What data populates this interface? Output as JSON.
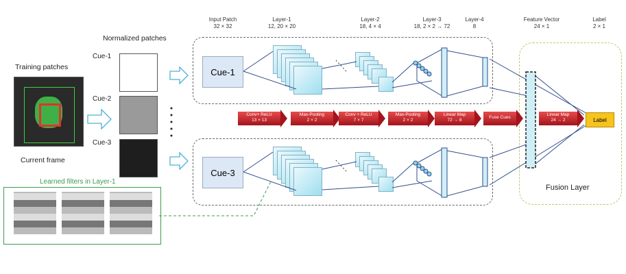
{
  "left": {
    "training_patches": "Training patches",
    "current_frame": "Current frame",
    "normalized_patches": "Normalized patches",
    "cue_labels": [
      "Cue-1",
      "Cue-2",
      "Cue-3"
    ],
    "learned_filters": "Learned filters in Layer-1"
  },
  "headers": [
    {
      "title": "Input Patch",
      "sub": "32 × 32"
    },
    {
      "title": "Layer-1",
      "sub": "12, 20 × 20"
    },
    {
      "title": "Layer-2",
      "sub": "18, 4 × 4"
    },
    {
      "title": "Layer-3",
      "sub": "18, 2 × 2 → 72"
    },
    {
      "title": "Layer-4",
      "sub": "8"
    },
    {
      "title": "Feature Vector",
      "sub": "24 × 1"
    },
    {
      "title": "Label",
      "sub": "2 × 1"
    }
  ],
  "panels": {
    "top_cue": "Cue-1",
    "bottom_cue": "Cue-3"
  },
  "ops": [
    {
      "l1": "Conv+ ReLU",
      "l2": "13 × 13"
    },
    {
      "l1": "Max-Pooling",
      "l2": "2 × 2"
    },
    {
      "l1": "Conv + ReLU",
      "l2": "7 × 7"
    },
    {
      "l1": "Max-Pooling",
      "l2": "2 × 2"
    },
    {
      "l1": "Linear Map",
      "l2": "72 → 8"
    },
    {
      "l1": "Fuse Cues",
      "l2": ""
    },
    {
      "l1": "Linear Map",
      "l2": "24 → 2"
    }
  ],
  "fusion_layer": "Fusion Layer",
  "label_box": "Label",
  "colors": {
    "op_arrow": "#b3161f",
    "label": "#f7c31e",
    "fusion_border": "#bcc86a",
    "filters_border": "#3c9a4e"
  }
}
